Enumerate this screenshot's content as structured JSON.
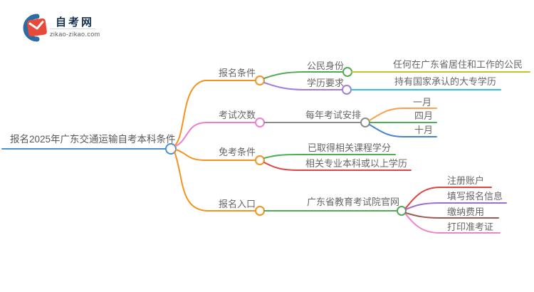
{
  "logo": {
    "title": "自考网",
    "domain": "zikao-zikao.com",
    "icon": "graduation-cap-icon",
    "brand_blue": "#2d6ca2",
    "brand_red": "#e8493a"
  },
  "mindmap": {
    "text_color": "#666666",
    "root": {
      "label": "报名2025年广东交通运输自考本科条件",
      "color": "#4a90d2"
    },
    "branches": [
      {
        "label": "报名条件",
        "color": "#f2941e",
        "children": [
          {
            "label": "公民身份",
            "color": "#55a855",
            "children": [
              {
                "label": "任何在广东省居住和工作的公民",
                "color": "#c9bf2b"
              }
            ]
          },
          {
            "label": "学历要求",
            "color": "#a07fd8",
            "children": [
              {
                "label": "持有国家承认的大专学历",
                "color": "#38bdde"
              }
            ]
          }
        ]
      },
      {
        "label": "考试次数",
        "color": "#ec80d0",
        "children": [
          {
            "label": "每年考试安排",
            "color": "#8c8c8c",
            "children": [
              {
                "label": "一月",
                "color": "#f9a14c"
              },
              {
                "label": "四月",
                "color": "#4caf50"
              },
              {
                "label": "十月",
                "color": "#4285d4"
              }
            ]
          }
        ]
      },
      {
        "label": "免考条件",
        "color": "#f2941e",
        "children": [
          {
            "label": "已取得相关课程学分",
            "color": "#4caf50"
          },
          {
            "label": "相关专业本科或以上学历",
            "color": "#e04545"
          }
        ]
      },
      {
        "label": "报名入口",
        "color": "#f2941e",
        "children": [
          {
            "label": "广东省教育考试院官网",
            "color": "#55a855",
            "children": [
              {
                "label": "注册账户",
                "color": "#e04545"
              },
              {
                "label": "填写报名信息",
                "color": "#9b6fd0"
              },
              {
                "label": "缴纳费用",
                "color": "#9e5a52"
              },
              {
                "label": "打印准考证",
                "color": "#f084c8"
              }
            ]
          }
        ]
      }
    ]
  }
}
